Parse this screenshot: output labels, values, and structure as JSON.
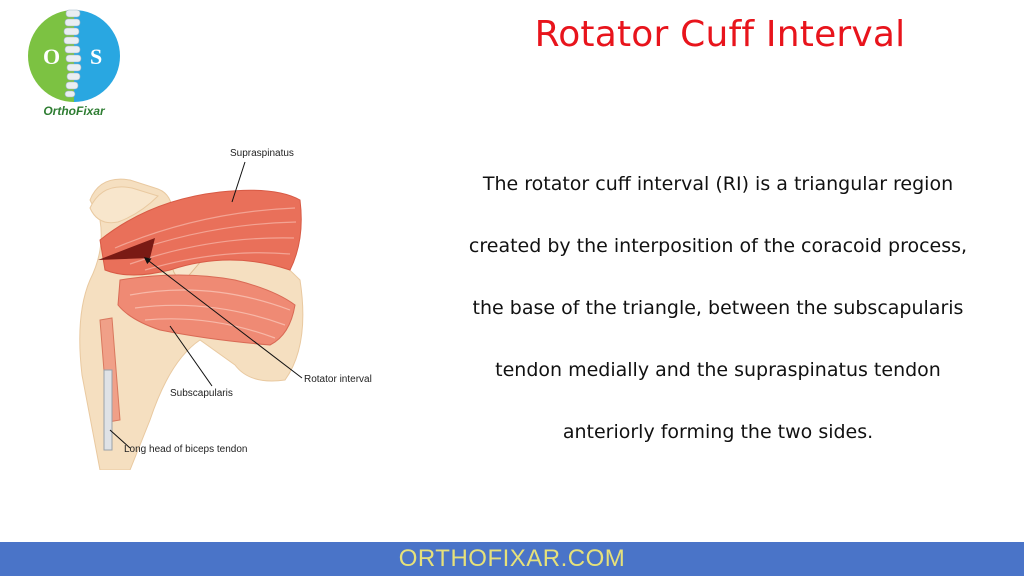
{
  "logo": {
    "brand": "OrthoFixar",
    "letter_left": "O",
    "letter_right": "S"
  },
  "title": "Rotator Cuff Interval",
  "description": {
    "lines": [
      "The rotator cuff interval (RI) is a triangular region",
      "created by the interposition of the coracoid process,",
      "the base of the triangle, between the subscapularis",
      "tendon medially and the supraspinatus tendon",
      "anteriorly forming the two sides."
    ]
  },
  "figure": {
    "labels": {
      "supraspinatus": "Supraspinatus",
      "rotator_interval": "Rotator interval",
      "subscapularis": "Subscapularis",
      "biceps": "Long head of biceps tendon"
    }
  },
  "footer": {
    "site": "ORTHOFIXAR.COM"
  },
  "colors": {
    "title": "#e8141c",
    "footer_bg": "#4a74c8",
    "footer_text": "#e6e17a",
    "logo_green": "#7cc242",
    "logo_blue": "#29a7e1"
  }
}
